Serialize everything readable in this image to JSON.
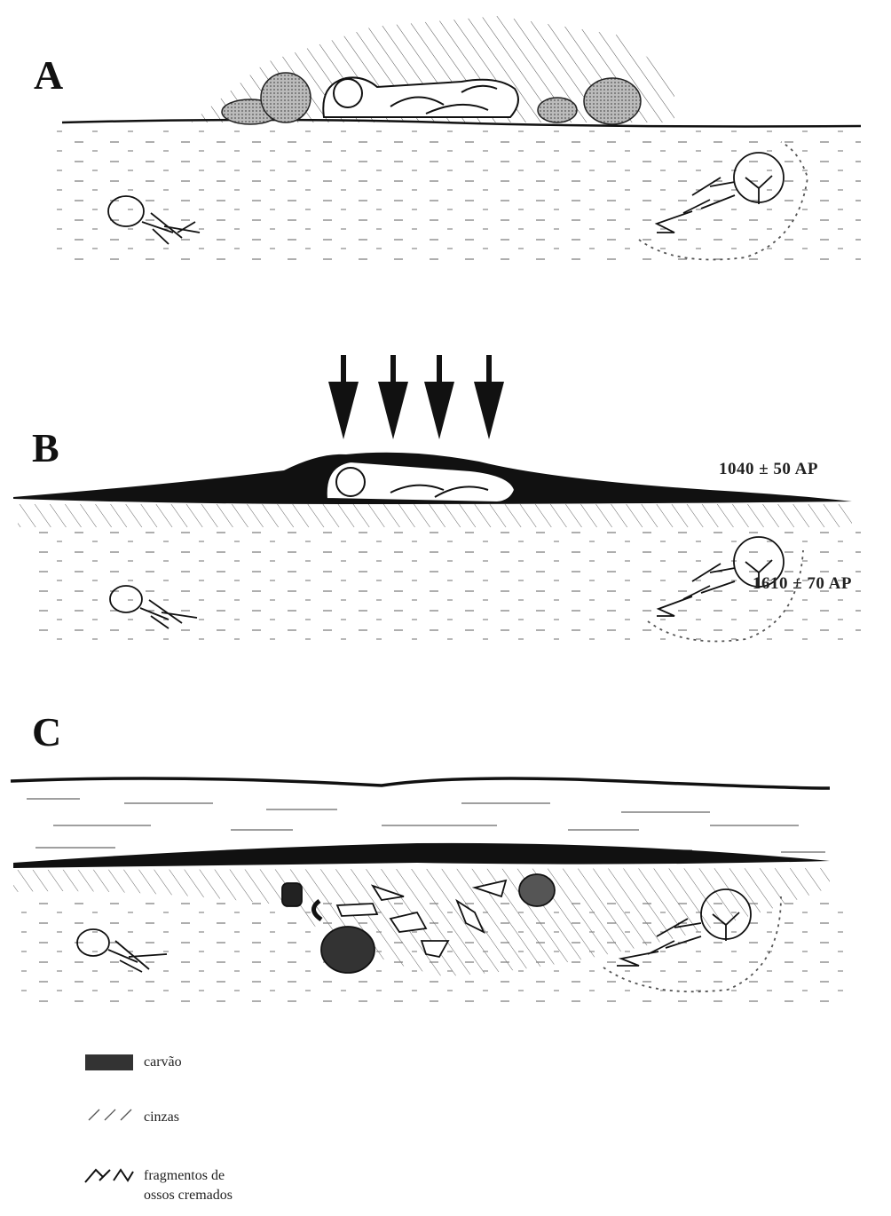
{
  "panels": [
    {
      "letter": "A"
    },
    {
      "letter": "B",
      "dates": [
        "1040 ± 50 AP",
        "1610 ± 70 AP"
      ]
    },
    {
      "letter": "C"
    }
  ],
  "legend": {
    "items": [
      {
        "label": "carvão",
        "icon": "charcoal-swatch"
      },
      {
        "label": "cinzas",
        "icon": "ash-hatch"
      },
      {
        "label": "fragmentos de",
        "label2": "ossos cremados",
        "icon": "bone-fragments"
      }
    ]
  },
  "colors": {
    "ink": "#111111",
    "stone": "#9a9a9a",
    "paper": "#ffffff"
  }
}
